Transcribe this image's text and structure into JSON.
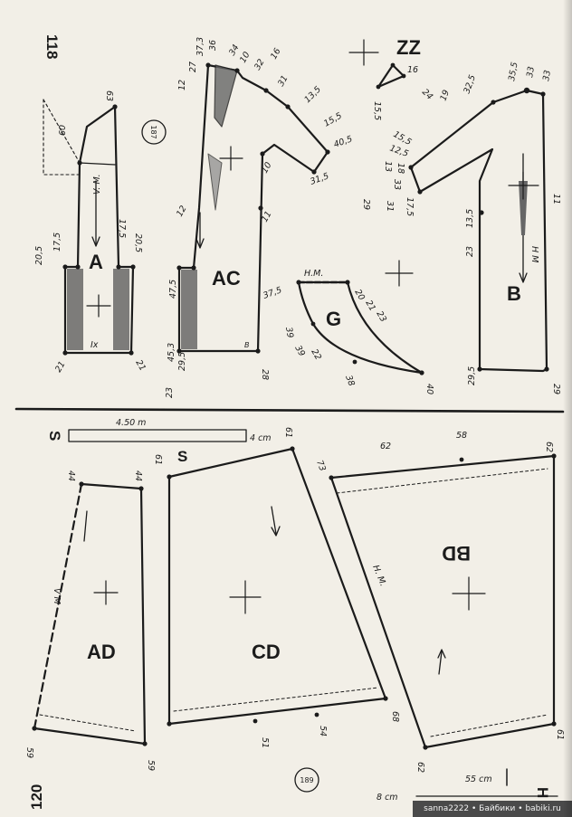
{
  "page_numbers": {
    "top": "118",
    "bottom": "120"
  },
  "diagram_numbers": {
    "upper": "187",
    "lower": "189"
  },
  "top_marker": "ZZ",
  "pieces": {
    "A": "A",
    "AC": "AC",
    "G": "G",
    "B": "B",
    "AD": "AD",
    "CD": "CD",
    "BD": "BD",
    "S": "S"
  },
  "labels": {
    "vm": "V. M.",
    "hm": "H. M.",
    "hm2": "H M",
    "hm3": "H. M.",
    "fold_mark": "Ix",
    "hm_g": "H.M.",
    "vm_ad": "V M",
    "b_small": "B"
  },
  "scale_bar": {
    "length": "4.50 m",
    "unit": "4 cm"
  },
  "scale_bar_2": {
    "length": "55 cm",
    "unit": "8 cm",
    "side": "H"
  },
  "footer": "sanna2222 • Байбики • babiki.ru",
  "dims": {
    "a_60": "60",
    "a_63": "63",
    "a_20_5": "20,5",
    "a_17_5": "17,5",
    "a_17_5b": "17,5",
    "a_20_5b": "20,5",
    "a_21": "21",
    "a_21b": "21",
    "ac_12": "12",
    "ac_27": "27",
    "ac_37": "37,3",
    "ac_36": "36",
    "ac_34": "34",
    "ac_10": "10",
    "ac_32": "32",
    "ac_16": "16",
    "ac_31": "31",
    "ac_13_5": "13,5",
    "ac_15_5": "15,5",
    "ac_40_5": "40,5",
    "ac_31_5": "31,5",
    "ac_10b": "10",
    "ac_11": "11",
    "ac_12b": "12",
    "ac_47_5": "47,5",
    "ac_45_3": "45,3",
    "ac_29_5": "29,5",
    "ac_23": "23",
    "ac_28": "28",
    "zz_16": "16",
    "zz_15_5": "15,5",
    "zz_24": "24",
    "zz_19": "19",
    "zz_32_5": "32,5",
    "zz_35_5": "35,5",
    "zz_33": "33",
    "zz_33b": "33",
    "zz_15_5b": "15,5",
    "zz_12_5": "12,5",
    "zz_13": "13",
    "zz_18": "18",
    "zz_33c": "33",
    "zz_29": "29",
    "zz_31": "31",
    "zz_17_5": "17,5",
    "zz_13_5": "13,5",
    "zz_23": "23",
    "zz_11": "11",
    "zz_29_5": "29,5",
    "zz_29b": "29",
    "g_37_5": "37,5",
    "g_20": "20",
    "g_21": "21",
    "g_23": "23",
    "g_39": "39",
    "g_39b": "39",
    "g_22": "22",
    "g_38": "38",
    "g_40": "40",
    "ad_44": "44",
    "ad_44b": "44",
    "ad_59": "59",
    "ad_59b": "59",
    "cd_61": "61",
    "cd_61b": "61",
    "cd_51": "51",
    "cd_54": "54",
    "cd_68": "68",
    "bd_73": "73",
    "bd_62": "62",
    "bd_58": "58",
    "bd_62b": "62",
    "bd_62c": "62",
    "bd_61": "61"
  }
}
